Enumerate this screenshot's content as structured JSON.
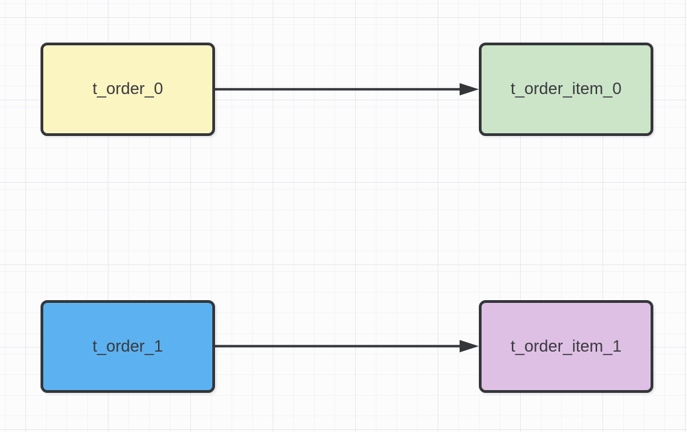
{
  "diagram": {
    "colors": {
      "stroke": "#34363a",
      "text": "#3a3a3e",
      "background": "#fcfcfd",
      "grid_minor": "#f4f4f6",
      "grid_major": "#e9e9ed"
    },
    "nodes": [
      {
        "id": "t_order_0",
        "label": "t_order_0",
        "fill": "#fbf5c1"
      },
      {
        "id": "t_order_item_0",
        "label": "t_order_item_0",
        "fill": "#cce5c9"
      },
      {
        "id": "t_order_1",
        "label": "t_order_1",
        "fill": "#5cb2f0"
      },
      {
        "id": "t_order_item_1",
        "label": "t_order_item_1",
        "fill": "#dfc0e5"
      }
    ],
    "edges": [
      {
        "from": "t_order_0",
        "to": "t_order_item_0",
        "type": "arrow"
      },
      {
        "from": "t_order_1",
        "to": "t_order_item_1",
        "type": "arrow"
      }
    ]
  }
}
